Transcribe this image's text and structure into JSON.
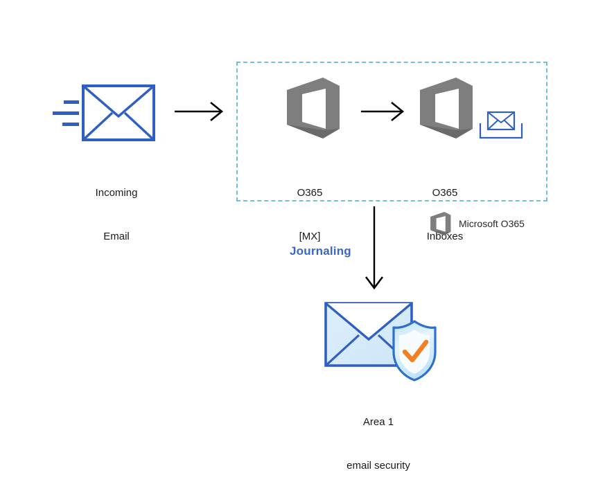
{
  "diagram": {
    "title": "Office 365 journaling to Area 1 email security flow",
    "background_color": "#ffffff"
  },
  "colors": {
    "envelope_blue": "#2F5FC4",
    "envelope_fill_light": "#DCEEFB",
    "dashed_border": "#6FC0DA",
    "o365_gray": "#7E7E7E",
    "o365_gray_dark": "#6A6A6A",
    "arrow_black": "#000000",
    "journaling_blue": "#3A65C8",
    "check_orange": "#F28023",
    "shield_fill": "#CFEAFA",
    "text_black": "#1a1a1a"
  },
  "nodes": {
    "incoming_email": {
      "label_line1": "Incoming",
      "label_line2": "Email",
      "icon": "envelope-icon"
    },
    "o365_mx": {
      "label_line1": "O365",
      "label_line2": "[MX]",
      "icon": "office365-icon"
    },
    "o365_inboxes": {
      "label_line1": "O365",
      "label_line2": "Inboxes",
      "icon": "office365-icon",
      "badge_icon": "inbox-tray-envelope-icon"
    },
    "area1": {
      "label_line1": "Area 1",
      "label_line2": "email security",
      "icon": "envelope-shield-check-icon"
    }
  },
  "edges": {
    "incoming_to_mx": {
      "icon": "arrow-right-icon",
      "label": ""
    },
    "mx_to_inboxes": {
      "icon": "arrow-right-icon",
      "label": ""
    },
    "inboxes_to_area1": {
      "icon": "arrow-down-icon",
      "label": "Journaling"
    }
  },
  "legend": {
    "o365": {
      "text": "Microsoft O365",
      "icon": "office365-icon"
    }
  }
}
